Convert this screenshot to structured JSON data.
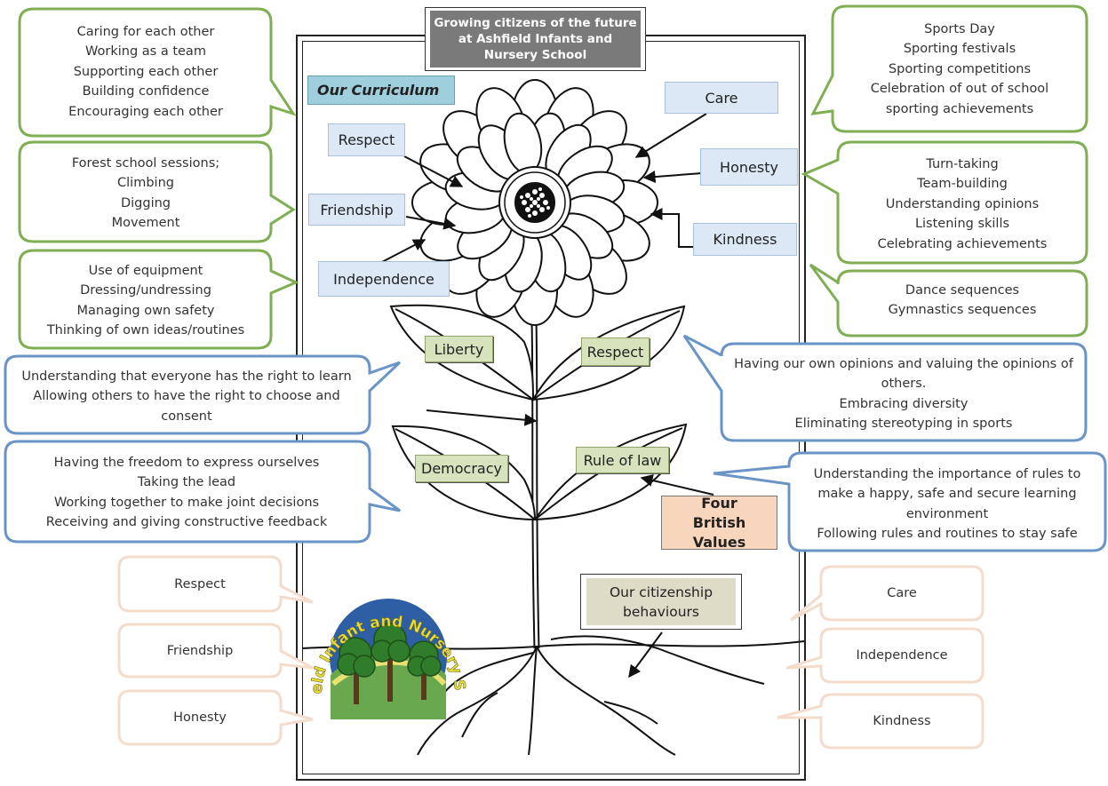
{
  "title": "Growing citizens of the future at Ashfield Infants and Nursery School",
  "curriculum_heading": "Our Curriculum",
  "flower_labels": {
    "respect": "Respect",
    "friendship": "Friendship",
    "independence": "Independence",
    "care": "Care",
    "honesty": "Honesty",
    "kindness": "Kindness"
  },
  "leaf_labels": {
    "liberty": "Liberty",
    "respect": "Respect",
    "democracy": "Democracy",
    "rule_of_law": "Rule of law"
  },
  "british_values": "Four British Values",
  "citizenship_behaviours": "Our citizenship behaviours",
  "logo_text": "Ashfield Infant and Nursery School",
  "callouts_left": {
    "respect": [
      "Caring for each other",
      "Working as a team",
      "Supporting each other",
      "Building confidence",
      "Encouraging each other"
    ],
    "friendship": [
      "Forest school sessions;",
      "Climbing",
      "Digging",
      "Movement"
    ],
    "independence": [
      "Use of equipment",
      "Dressing/undressing",
      "Managing own safety",
      "Thinking of own ideas/routines"
    ],
    "liberty": [
      "Understanding that everyone has the right to learn",
      "Allowing others to have the right to choose and consent"
    ],
    "democracy": [
      "Having the freedom to express ourselves",
      "Taking the lead",
      "Working together to make joint decisions",
      "Receiving and giving constructive feedback"
    ]
  },
  "callouts_right": {
    "care": [
      "Sports Day",
      "Sporting festivals",
      "Sporting competitions",
      "Celebration of out of school sporting achievements"
    ],
    "honesty": [
      "Turn-taking",
      "Team-building",
      "Understanding opinions",
      "Listening skills",
      "Celebrating achievements"
    ],
    "kindness": [
      "Dance sequences",
      "Gymnastics sequences"
    ],
    "respect": [
      "Having our own opinions and valuing the opinions of others.",
      "Embracing diversity",
      "Eliminating stereotyping in sports"
    ],
    "rule_of_law": [
      "Understanding the importance of rules to make a happy, safe and secure learning environment",
      "Following rules and routines to stay safe"
    ]
  },
  "root_labels_left": [
    "Respect",
    "Friendship",
    "Honesty"
  ],
  "root_labels_right": [
    "Care",
    "Independence",
    "Kindness"
  ],
  "colors": {
    "green_border": "#7faf52",
    "blue_border": "#6a93c6",
    "peach_border": "#f3dccb",
    "title_bg": "#7a7a7a",
    "curriculum_bg": "#9fcfdc",
    "british_bg": "#f8d5bd"
  }
}
